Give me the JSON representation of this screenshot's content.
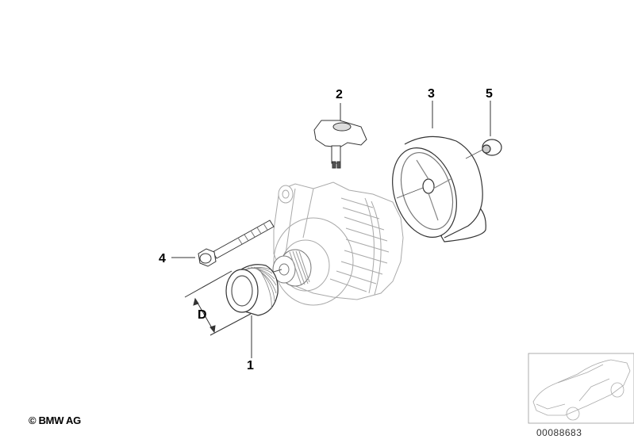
{
  "diagram": {
    "title": "Alternator parts diagram",
    "callouts": [
      {
        "id": "1",
        "label": "1",
        "part": "pulley"
      },
      {
        "id": "2",
        "label": "2",
        "part": "voltage-regulator"
      },
      {
        "id": "3",
        "label": "3",
        "part": "protective-cap"
      },
      {
        "id": "4",
        "label": "4",
        "part": "bolt"
      },
      {
        "id": "5",
        "label": "5",
        "part": "nut"
      }
    ],
    "dimension_label": "D",
    "copyright": "© BMW AG",
    "diagram_number": "00088683"
  },
  "colors": {
    "line": "#333333",
    "light_line": "#b8b8b8",
    "text": "#000000"
  }
}
